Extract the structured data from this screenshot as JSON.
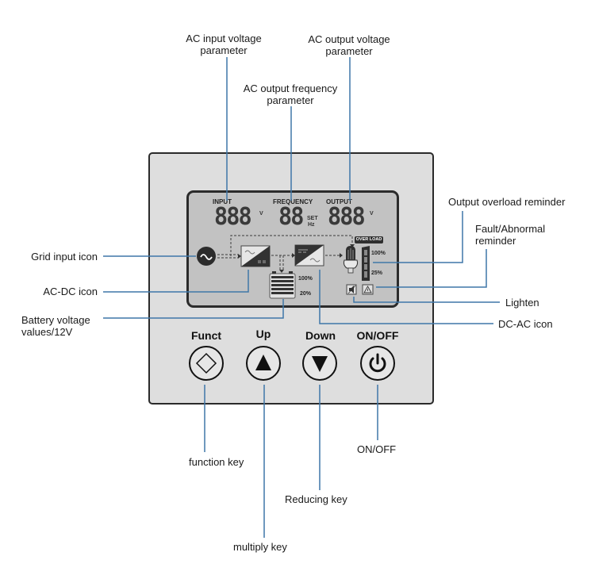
{
  "callouts": {
    "ac_input_voltage": [
      "AC input voltage",
      "parameter"
    ],
    "ac_output_voltage": [
      "AC output voltage",
      "parameter"
    ],
    "ac_output_frequency": [
      "AC output frequency",
      "parameter"
    ],
    "output_overload": "Output overload reminder",
    "fault_abnormal": [
      "Fault/Abnormal",
      "reminder"
    ],
    "lighten": "Lighten",
    "dc_ac_icon": "DC-AC icon",
    "grid_input_icon": "Grid input icon",
    "ac_dc_icon": "AC-DC icon",
    "battery_voltage": [
      "Battery voltage",
      "values/12V"
    ],
    "function_key": "function key",
    "multiply_key": "multiply key",
    "reducing_key": "Reducing key",
    "on_off": "ON/OFF"
  },
  "lcd": {
    "input_label": "INPUT",
    "frequency_label": "FREQUENCY",
    "output_label": "OUTPUT",
    "input_digits": "888",
    "frequency_digits": "88",
    "output_digits": "888",
    "volt_unit": "V",
    "set_unit": "SET",
    "hz_unit": "Hz",
    "overload_badge": "OVER LOAD",
    "load_max": "100%",
    "load_min": "25%",
    "battery_max": "100%",
    "battery_min": "20%"
  },
  "keys": [
    {
      "label": "Funct",
      "icon": "diamond-icon"
    },
    {
      "label": "Up",
      "icon": "triangle-up-icon"
    },
    {
      "label": "Down",
      "icon": "triangle-down-icon"
    },
    {
      "label": "ON/OFF",
      "icon": "power-icon"
    }
  ],
  "colors": {
    "leader_line": "#3f77a8",
    "panel": "#dedede",
    "lcd": "#c2c2c2"
  }
}
